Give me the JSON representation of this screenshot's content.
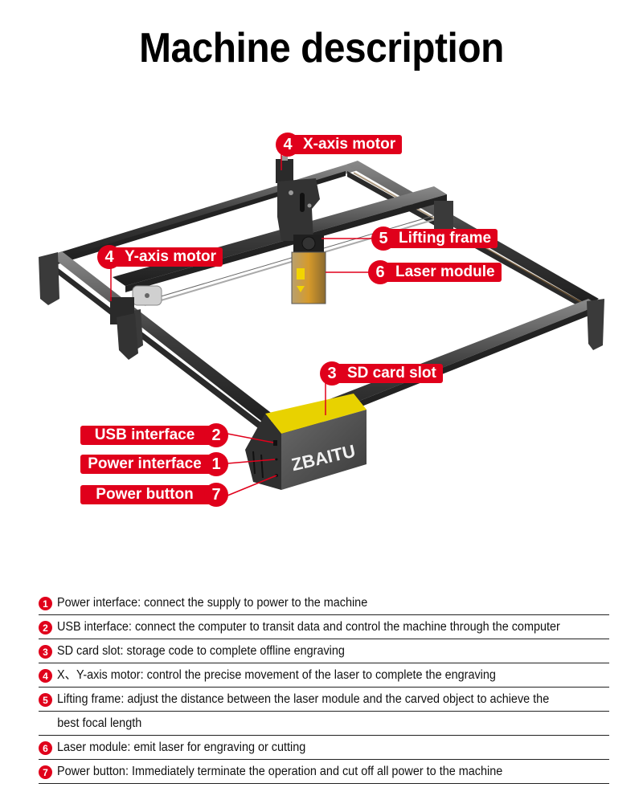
{
  "title": "Machine description",
  "colors": {
    "accent_red": "#e0001b",
    "frame_gray": "#4a4a4a",
    "text": "#111111"
  },
  "machine": {
    "brand_on_box": "ZBAITU"
  },
  "callouts": [
    {
      "id": "x-axis-motor",
      "number": "4",
      "label": "X-axis motor"
    },
    {
      "id": "lifting-frame",
      "number": "5",
      "label": "Lifting frame"
    },
    {
      "id": "y-axis-motor",
      "number": "4",
      "label": "Y-axis motor"
    },
    {
      "id": "laser-module",
      "number": "6",
      "label": "Laser module"
    },
    {
      "id": "sd-card-slot",
      "number": "3",
      "label": "SD card slot"
    },
    {
      "id": "usb-interface",
      "number": "2",
      "label": "USB interface"
    },
    {
      "id": "power-interface",
      "number": "1",
      "label": "Power interface"
    },
    {
      "id": "power-button",
      "number": "7",
      "label": "Power button"
    }
  ],
  "descriptions": [
    {
      "number": "1",
      "text": "Power interface: connect the supply to power to the machine"
    },
    {
      "number": "2",
      "text": "USB interface: connect the computer to transit data and control the machine through the computer"
    },
    {
      "number": "3",
      "text": "SD card slot: storage code to complete offline engraving"
    },
    {
      "number": "4",
      "text": "X、Y-axis motor: control the precise movement of the laser to complete the engraving"
    },
    {
      "number": "5",
      "text": "Lifting frame: adjust the distance between the laser module and the carved object to achieve the"
    },
    {
      "number": "",
      "text": "best focal length"
    },
    {
      "number": "6",
      "text": "Laser module: emit laser for engraving or cutting"
    },
    {
      "number": "7",
      "text": "Power button: Immediately terminate the operation and cut off all power to the machine"
    }
  ]
}
